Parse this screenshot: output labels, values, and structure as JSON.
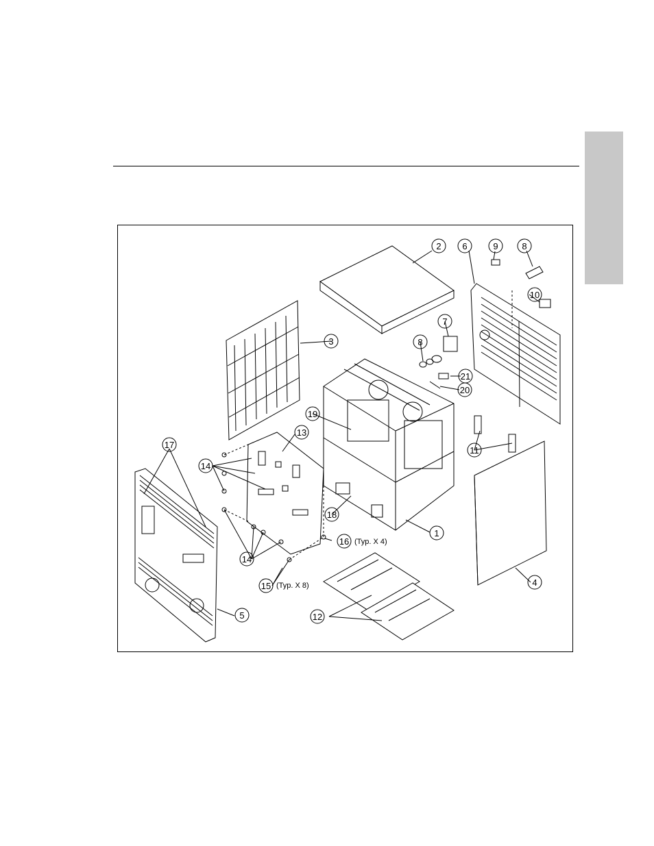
{
  "figure": {
    "callouts": [
      {
        "id": "c1",
        "label": "1"
      },
      {
        "id": "c2",
        "label": "2"
      },
      {
        "id": "c3",
        "label": "3"
      },
      {
        "id": "c4",
        "label": "4"
      },
      {
        "id": "c5",
        "label": "5"
      },
      {
        "id": "c6",
        "label": "6"
      },
      {
        "id": "c7",
        "label": "7"
      },
      {
        "id": "c8a",
        "label": "8"
      },
      {
        "id": "c8b",
        "label": "8"
      },
      {
        "id": "c9",
        "label": "9"
      },
      {
        "id": "c10",
        "label": "10"
      },
      {
        "id": "c11",
        "label": "11"
      },
      {
        "id": "c12",
        "label": "12"
      },
      {
        "id": "c13",
        "label": "13"
      },
      {
        "id": "c14a",
        "label": "14"
      },
      {
        "id": "c14b",
        "label": "14"
      },
      {
        "id": "c15",
        "label": "15"
      },
      {
        "id": "c16",
        "label": "16"
      },
      {
        "id": "c17",
        "label": "17"
      },
      {
        "id": "c18",
        "label": "18"
      },
      {
        "id": "c19",
        "label": "19"
      },
      {
        "id": "c20",
        "label": "20"
      },
      {
        "id": "c21",
        "label": "21"
      }
    ],
    "notes": {
      "typ4": "(Typ. X 4)",
      "typ8": "(Typ. X 8)"
    }
  }
}
